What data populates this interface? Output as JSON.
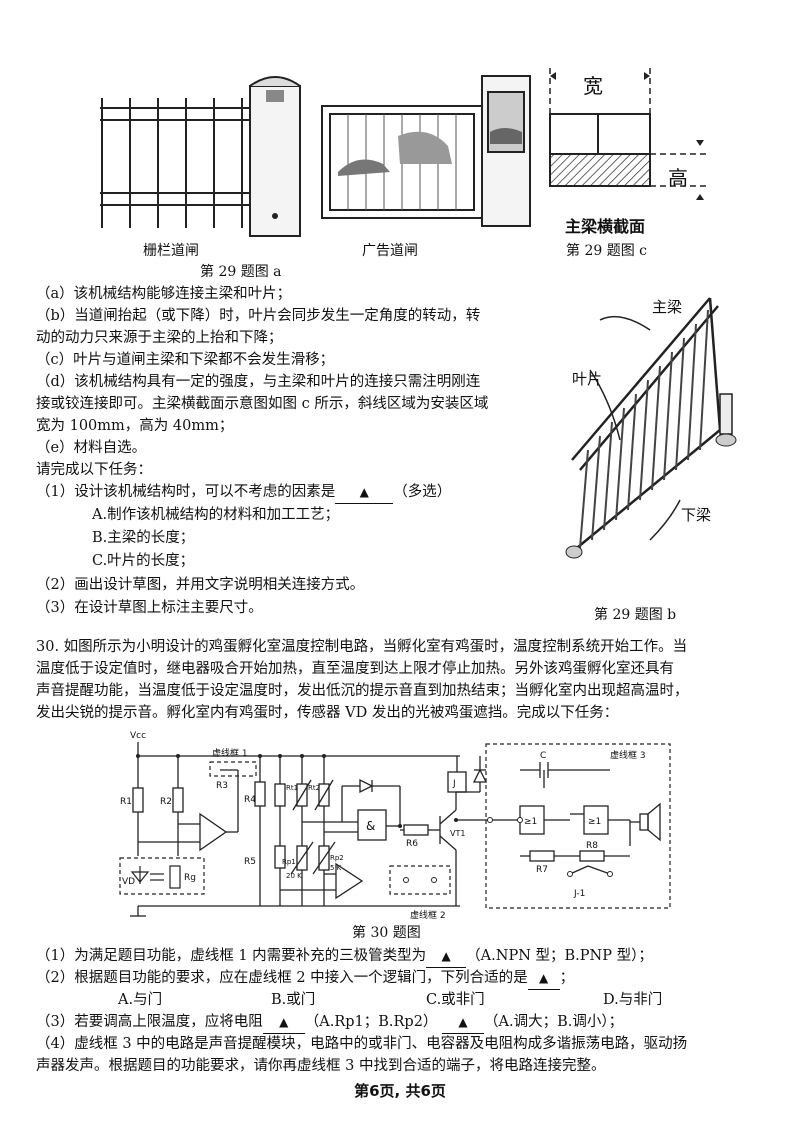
{
  "q29": {
    "figure_a": {
      "left_caption": "栅栏道闸",
      "mid_caption": "广告道闸",
      "title": "第 29 题图 a"
    },
    "figure_c": {
      "width_label": "宽",
      "height_label": "高",
      "section_label": "主梁横截面",
      "title": "第 29 题图 c"
    },
    "figure_b": {
      "main_beam": "主梁",
      "blade": "叶片",
      "lower_beam": "下梁",
      "title": "第 29 题图 b"
    },
    "conditions": [
      "（a）该机械结构能够连接主梁和叶片；",
      "（b）当道闸抬起（或下降）时，叶片会同步发生一定角度的转动，转",
      "动的动力只来源于主梁的上抬和下降；",
      "（c）叶片与道闸主梁和下梁都不会发生滑移；",
      "（d）该机械结构具有一定的强度，与主梁和叶片的连接只需注明刚连",
      "接或铰连接即可。主梁横截面示意图如图 c 所示，斜线区域为安装区域",
      "宽为 100mm，高为 40mm；",
      "（e）材料自选。",
      "请完成以下任务："
    ],
    "task1_prefix": "（1）设计该机械结构时，可以不考虑的因素是",
    "task1_suffix": "（多选）",
    "task1_options": [
      "A.制作该机械结构的材料和加工工艺；",
      "B.主梁的长度；",
      "C.叶片的长度；"
    ],
    "task2": "（2）画出设计草图，并用文字说明相关连接方式。",
    "task3": "（3）在设计草图上标注主要尺寸。"
  },
  "q30": {
    "intro": [
      "30. 如图所示为小明设计的鸡蛋孵化室温度控制电路，当孵化室有鸡蛋时，温度控制系统开始工作。当",
      "温度低于设定值时，继电器吸合开始加热，直至温度到达上限才停止加热。另外该鸡蛋孵化室还具有",
      "声音提醒功能，当温度低于设定温度时，发出低沉的提示音直到加热结束；当孵化室内出现超高温时，",
      "发出尖锐的提示音。孵化室内有鸡蛋时，传感器 VD 发出的光被鸡蛋遮挡。完成以下任务："
    ],
    "circuit": {
      "vcc": "Vcc",
      "box1": "虚线框 1",
      "box2": "虚线框 2",
      "box3": "虚线框 3",
      "labels": {
        "R1": "R1",
        "R2": "R2",
        "R3": "R3",
        "R4": "R4",
        "R5": "R5",
        "R6": "R6",
        "R7": "R7",
        "R8": "R8",
        "Rt1": "Rt1",
        "Rt2": "Rt2",
        "Rp1": "Rp1",
        "Rp1_val": "20 K",
        "Rp2": "Rp2",
        "Rp2_val": "5 K",
        "VD": "VD",
        "Rg": "Rg",
        "J": "J",
        "VT1": "VT1",
        "C": "C",
        "J1": "J-1",
        "and": "&",
        "or1": "≥1",
        "or2": "≥1"
      },
      "title": "第 30 题图"
    },
    "q1_prefix": "（1）为满足题目功能，虚线框 1 内需要补充的三极管类型为",
    "q1_suffix": "（A.NPN 型；B.PNP 型）；",
    "q2_prefix": "（2）根据题目功能的要求，应在虚线框 2 中接入一个逻辑门，下列合适的是",
    "q2_suffix": "；",
    "q2_options": [
      "A.与门",
      "B.或门",
      "C.或非门",
      "D.与非门"
    ],
    "q3_a": "（3）若要调高上限温度，应将电阻",
    "q3_b": "（A.Rp1；B.Rp2）",
    "q3_c": "（A.调大；B.调小）；",
    "q4": [
      "（4）虚线框 3 中的电路是声音提醒模块，电路中的或非门、电容器及电阻构成多谐振荡电路，驱动扬",
      "声器发声。根据题目的功能要求，请你再虚线框 3 中找到合适的端子，将电路连接完整。"
    ]
  },
  "answer_mark": "▲",
  "footer": "第6页, 共6页"
}
